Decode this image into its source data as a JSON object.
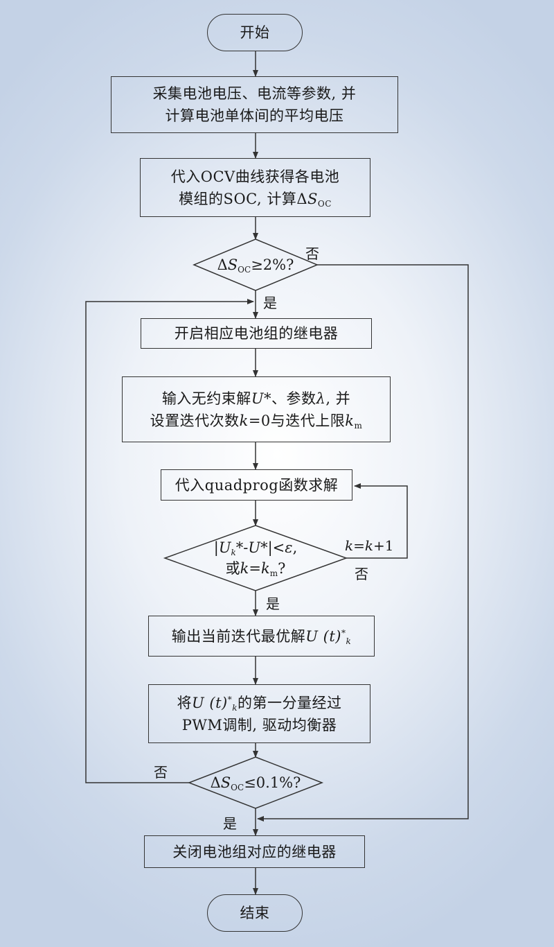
{
  "flow": {
    "start": "开始",
    "collect_line1": "采集电池电压、电流等参数, 并",
    "collect_line2": "计算电池单体间的平均电压",
    "ocv_line1": "代入OCV曲线获得各电池",
    "ocv_line2_prefix": "模组的SOC, 计算",
    "delta": "Δ",
    "S": "S",
    "OC": "OC",
    "cond1_suffix": "≥2%?",
    "relay_on": "开启相应电池组的继电器",
    "input_line1_a": "输入无约束解",
    "U": "U",
    "input_line1_b": "*、参数",
    "lambda": "λ",
    "input_line1_c": ", 并",
    "input_line2_a": "设置迭代次数",
    "k": "k",
    "input_line2_b": "=0与迭代上限",
    "m": "m",
    "quadprog": "代入quadprog函数求解",
    "cond2_abs_open": "|",
    "cond2_a": "*-",
    "cond2_b": "*|<",
    "epsilon": "ε",
    "comma": ",",
    "cond2_or": "或",
    "eq": "=",
    "qmark": "?",
    "output_prefix": "输出当前迭代最优解",
    "t_paren": " (t)",
    "star": "*",
    "pwm_line1_a": "将",
    "pwm_line1_b": "的第一分量经过",
    "pwm_line2": "PWM调制, 驱动均衡器",
    "cond3_suffix": "≤0.1%?",
    "relay_off": "关闭电池组对应的继电器",
    "end": "结束"
  },
  "labels": {
    "no": "否",
    "yes": "是",
    "k_increment_k1": "k",
    "k_increment_eq": "=",
    "k_increment_k2": "k",
    "k_increment_plus": "+1"
  },
  "colors": {
    "line": "#333333",
    "background_center": "#ffffff",
    "background_edge": "#c4d2e6"
  }
}
